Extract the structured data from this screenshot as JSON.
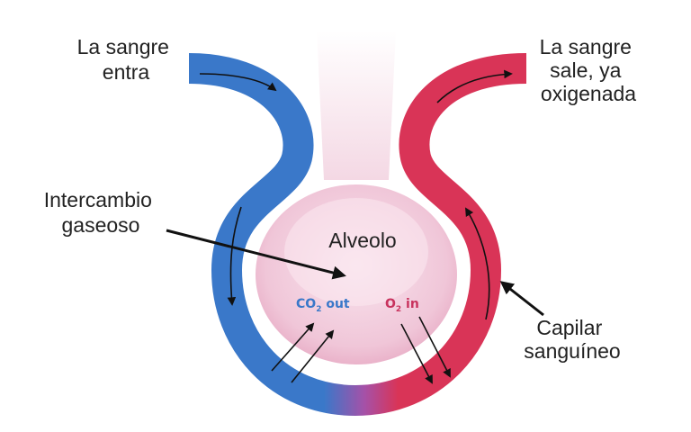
{
  "labels": {
    "blood_in": [
      "La sangre",
      "entra"
    ],
    "blood_out": [
      "La sangre",
      "sale, ya",
      "oxigenada"
    ],
    "gas_exchange": [
      "Intercambio",
      "gaseoso"
    ],
    "alveolus": "Alveolo",
    "capillary": [
      "Capilar",
      "sanguíneo"
    ]
  },
  "chem": {
    "co2": {
      "base": "CO",
      "sub": "2",
      "suffix": " out"
    },
    "o2": {
      "base": "O",
      "sub": "2",
      "suffix": " in"
    }
  },
  "colors": {
    "deoxygenated": "#3a78c9",
    "oxygenated": "#d93457",
    "alveolus_fill": "#f0c6d8",
    "text": "#222222",
    "arrow": "#111111",
    "co2_text": "#3a78c9",
    "o2_text": "#c8335e"
  }
}
